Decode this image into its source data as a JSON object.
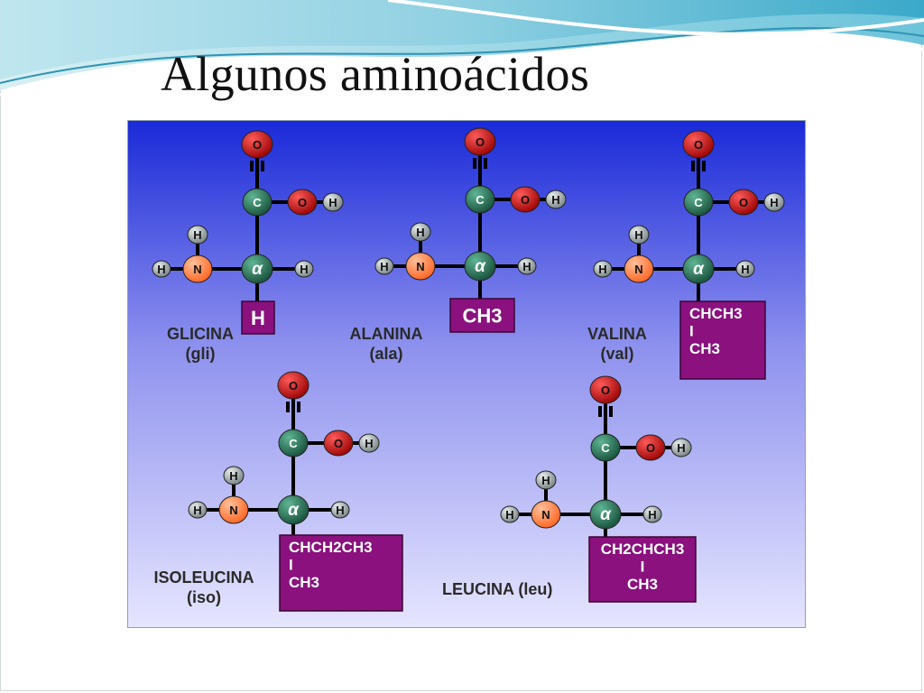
{
  "title": "Algunos aminoácidos",
  "atoms": {
    "oxygen": "O",
    "carbon": "C",
    "nitrogen": "N",
    "hydrogen": "H",
    "alpha": "α"
  },
  "colors": {
    "background_top": "#1a2ad8",
    "background_bottom": "#e6e6ff",
    "oxygen": "#cc1111",
    "carbon": "#2e7a5a",
    "nitrogen": "#ff8a55",
    "hydrogen": "#9aa4a4",
    "side_chain_box": "#8a117e"
  },
  "amino_acids": [
    {
      "name": "GLICINA",
      "abbr": "(gli)",
      "side_chain": [
        "H"
      ]
    },
    {
      "name": "ALANINA",
      "abbr": "(ala)",
      "side_chain": [
        "CH3"
      ]
    },
    {
      "name": "VALINA",
      "abbr": "(val)",
      "side_chain": [
        "CHCH3",
        "I",
        "CH3"
      ]
    },
    {
      "name": "ISOLEUCINA",
      "abbr": "(iso)",
      "side_chain": [
        "CHCH2CH3",
        "I",
        "CH3"
      ]
    },
    {
      "name": "LEUCINA (leu)",
      "abbr": "",
      "side_chain": [
        "CH2CHCH3",
        "I",
        "CH3"
      ]
    }
  ]
}
